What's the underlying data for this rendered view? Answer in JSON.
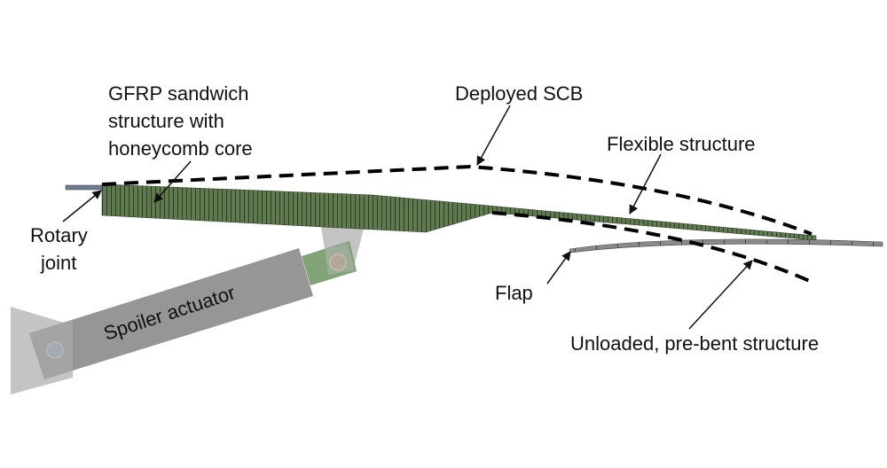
{
  "diagram": {
    "title": "Spoiler with flexible structure (SCB) schematic",
    "labels": {
      "gfrp_line1": "GFRP sandwich",
      "gfrp_line2": "structure with",
      "gfrp_line3": "honeycomb core",
      "deployed_scb": "Deployed SCB",
      "flexible_structure": "Flexible structure",
      "rotary_line1": "Rotary",
      "rotary_line2": "joint",
      "flap": "Flap",
      "unloaded": "Unloaded, pre-bent structure",
      "actuator": "Spoiler actuator"
    },
    "colors": {
      "sandwich_fill": "#5e7a4e",
      "sandwich_hatch": "#2f3f27",
      "actuator_body": "#969696",
      "actuator_mount": "#c4c4c4",
      "rod_green": "#7a9e70",
      "flap_fill": "#8a8a8a",
      "rotary_joint": "#6f7a8a",
      "dashed_line": "#000000"
    }
  }
}
